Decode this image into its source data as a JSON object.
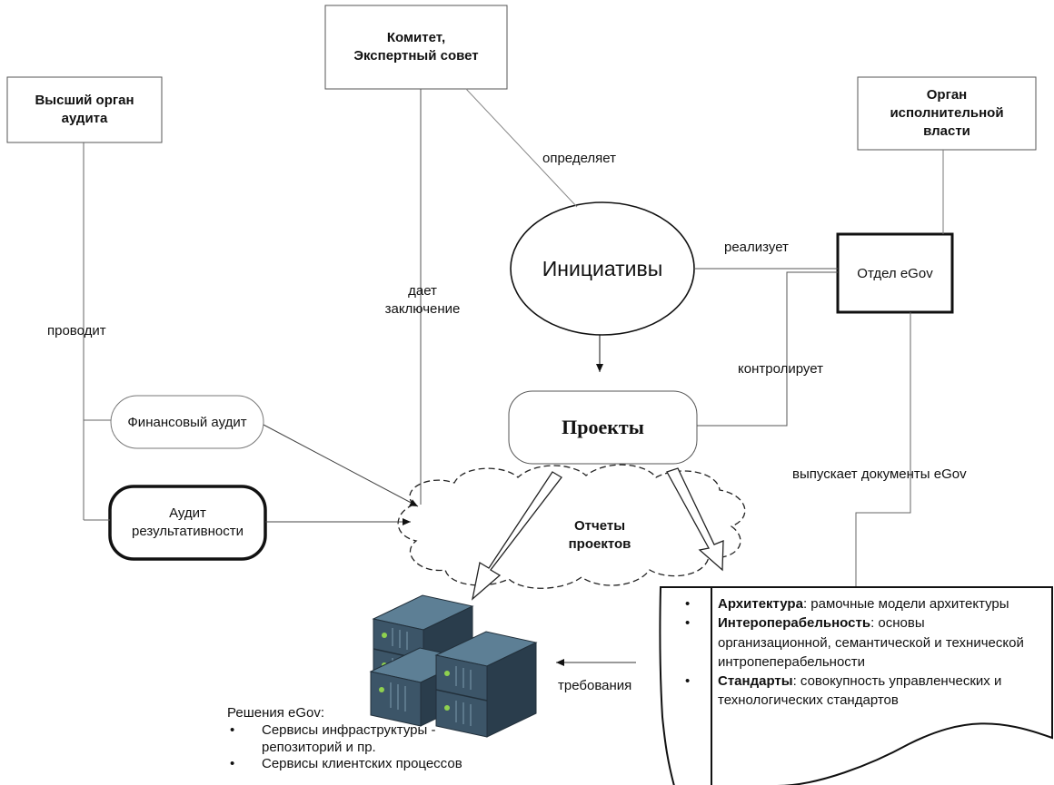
{
  "nodes": {
    "committee": "Комитет,\nЭкспертный совет",
    "audit_body": "Высший орган\nаудита",
    "exec_body": "Орган\nисполнительной\nвласти",
    "initiatives": "Инициативы",
    "egov_dept": "Отдел eGov",
    "projects": "Проекты",
    "fin_audit": "Финансовый аудит",
    "perf_audit": "Аудит\nрезультативности",
    "reports": "Отчеты\nпроектов"
  },
  "edges": {
    "defines": "определяет",
    "implements": "реализует",
    "gives_conclusion": "дает\nзаключение",
    "conducts": "проводит",
    "controls": "контролирует",
    "issues_docs": "выпускает документы eGov",
    "requirements": "требования"
  },
  "document": {
    "items": [
      {
        "bullet": "•",
        "title": "Архитектура",
        "text": ": рамочные модели архитектуры"
      },
      {
        "bullet": "•",
        "title": "Интероперабельность",
        "text": ": основы организационной, семантической и технической интропеперабельности"
      },
      {
        "bullet": "•",
        "title": "Стандарты",
        "text": ": совокупность управленческих и технологических стандартов"
      }
    ]
  },
  "solutions": {
    "title": "Решения eGov:",
    "items": [
      {
        "bullet": "•",
        "text": "Сервисы инфраструктуры -\nрепозиторий и пр."
      },
      {
        "bullet": "•",
        "text": "Сервисы клиентских процессов"
      }
    ]
  },
  "colors": {
    "server_top": "#5d7f95",
    "server_front": "#3c5568",
    "server_side": "#2a3d4c",
    "led_green": "#8fd14f"
  }
}
